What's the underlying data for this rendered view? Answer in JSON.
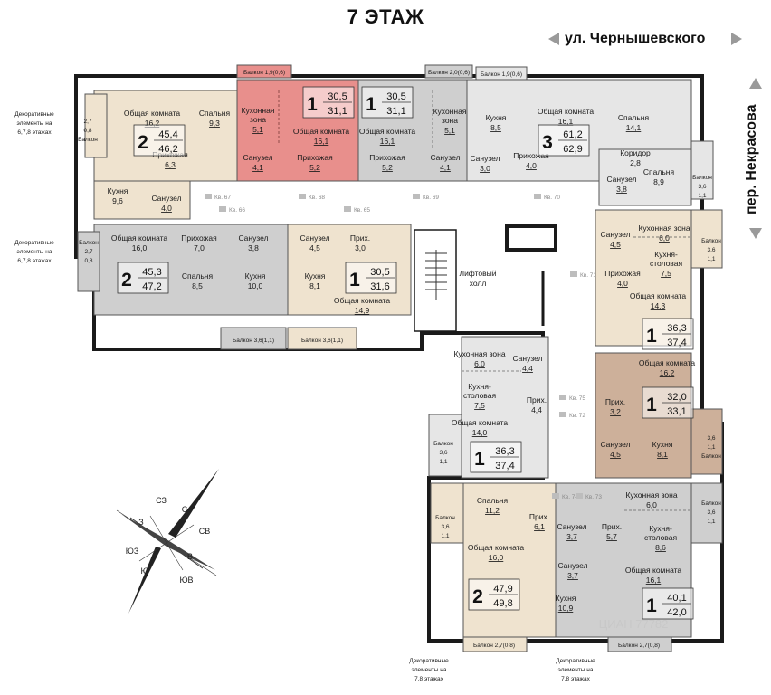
{
  "header": {
    "floor_title": "7 ЭТАЖ",
    "street_top": "ул. Чернышевского",
    "street_side": "пер. Некрасова"
  },
  "colors": {
    "apt_beige": "#efe3cf",
    "apt_gray": "#cfcfcf",
    "apt_light_gray": "#e6e6e6",
    "apt_red": "#e88f8c",
    "apt_brown": "#cdb09a",
    "walls": "#1a1a1a",
    "common": "#ffffff"
  },
  "apartments": [
    {
      "rooms": "2",
      "area_total": "45,4",
      "area_full": "46,2",
      "kv": "Кв. 67",
      "rooms_list": [
        {
          "name": "Общая комната",
          "area": "16,2"
        },
        {
          "name": "Спальня",
          "area": "9,3"
        },
        {
          "name": "Прихожая",
          "area": "6,3"
        },
        {
          "name": "Кухня",
          "area": "9,6"
        },
        {
          "name": "Санузел",
          "area": "4,0"
        }
      ]
    },
    {
      "rooms": "1",
      "area_total": "30,5",
      "area_full": "31,1",
      "kv": "Кв. 68",
      "rooms_list": [
        {
          "name": "Кухонная зона",
          "area": "5,1"
        },
        {
          "name": "Общая комната",
          "area": "16,1"
        },
        {
          "name": "Санузел",
          "area": "4,1"
        },
        {
          "name": "Прихожая",
          "area": "5,2"
        }
      ]
    },
    {
      "rooms": "1",
      "area_total": "30,5",
      "area_full": "31,1",
      "kv": "Кв. 69",
      "rooms_list": [
        {
          "name": "Общая комната",
          "area": "16,1"
        },
        {
          "name": "Кухонная зона",
          "area": "5,1"
        },
        {
          "name": "Прихожая",
          "area": "5,2"
        },
        {
          "name": "Санузел",
          "area": "4,1"
        }
      ]
    },
    {
      "rooms": "3",
      "area_total": "61,2",
      "area_full": "62,9",
      "kv": "Кв. 70",
      "rooms_list": [
        {
          "name": "Кухня",
          "area": "8,5"
        },
        {
          "name": "Общая комната",
          "area": "16,1"
        },
        {
          "name": "Спальня",
          "area": "14,1"
        },
        {
          "name": "Санузел",
          "area": "3,0"
        },
        {
          "name": "Прихожая",
          "area": "4,0"
        },
        {
          "name": "Коридор",
          "area": "2,8"
        },
        {
          "name": "Спальня",
          "area": "8,9"
        },
        {
          "name": "Санузел",
          "area": "3,8"
        }
      ]
    },
    {
      "rooms": "2",
      "area_total": "45,3",
      "area_full": "47,2",
      "kv": "Кв. 66",
      "rooms_list": [
        {
          "name": "Общая комната",
          "area": "16,0"
        },
        {
          "name": "Прихожая",
          "area": "7,0"
        },
        {
          "name": "Санузел",
          "area": "3,8"
        },
        {
          "name": "Спальня",
          "area": "8,5"
        },
        {
          "name": "Кухня",
          "area": "10,0"
        }
      ]
    },
    {
      "rooms": "1",
      "area_total": "30,5",
      "area_full": "31,6",
      "kv": "Кв. 65",
      "rooms_list": [
        {
          "name": "Санузел",
          "area": "4,5"
        },
        {
          "name": "Прих.",
          "area": "3,0"
        },
        {
          "name": "Кухня",
          "area": "8,1"
        },
        {
          "name": "Общая комната",
          "area": "14,9"
        }
      ]
    },
    {
      "rooms": "1",
      "area_total": "36,3",
      "area_full": "37,4",
      "kv": "Кв. 71",
      "rooms_list": [
        {
          "name": "Санузел",
          "area": "4,5"
        },
        {
          "name": "Кухонная зона",
          "area": "6,0"
        },
        {
          "name": "Кухня-столовая",
          "area": "7,5"
        },
        {
          "name": "Прихожая",
          "area": "4,0"
        },
        {
          "name": "Общая комната",
          "area": "14,3"
        }
      ]
    },
    {
      "rooms": "1",
      "area_total": "36,3",
      "area_full": "37,4",
      "kv": "Кв. 75",
      "rooms_list": [
        {
          "name": "Кухонная зона",
          "area": "6,0"
        },
        {
          "name": "Санузел",
          "area": "4,4"
        },
        {
          "name": "Кухня-столовая",
          "area": "7,5"
        },
        {
          "name": "Прих.",
          "area": "4,4"
        },
        {
          "name": "Общая комната",
          "area": "14,0"
        }
      ]
    },
    {
      "rooms": "1",
      "area_total": "32,0",
      "area_full": "33,1",
      "kv": "Кв. 72",
      "rooms_list": [
        {
          "name": "Общая комната",
          "area": "16,2"
        },
        {
          "name": "Прих.",
          "area": "3,2"
        },
        {
          "name": "Санузел",
          "area": "4,5"
        },
        {
          "name": "Кухня",
          "area": "8,1"
        }
      ]
    },
    {
      "rooms": "2",
      "area_total": "47,9",
      "area_full": "49,8",
      "kv": "Кв. 74",
      "rooms_list": [
        {
          "name": "Спальня",
          "area": "11,2"
        },
        {
          "name": "Прих.",
          "area": "6,1"
        },
        {
          "name": "Общая комната",
          "area": "16,0"
        },
        {
          "name": "Санузел",
          "area": "3,7"
        },
        {
          "name": "Кухня",
          "area": "10,9"
        }
      ]
    },
    {
      "rooms": "1",
      "area_total": "40,1",
      "area_full": "42,0",
      "kv": "Кв. 73",
      "rooms_list": [
        {
          "name": "Кухонная зона",
          "area": "6,0"
        },
        {
          "name": "Санузел",
          "area": "3,7"
        },
        {
          "name": "Прих.",
          "area": "5,7"
        },
        {
          "name": "Кухня-столовая",
          "area": "8,6"
        },
        {
          "name": "Общая комната",
          "area": "16,1"
        }
      ]
    }
  ],
  "balconies": {
    "b_red": "Балкон 1,9(0,6)",
    "b_gray": "Балкон 2,0(0,6)",
    "b_top3": "Балкон 1,9(0,6)",
    "b_left_top": [
      "2,7",
      "0,8",
      "Балкон"
    ],
    "b_left_mid": [
      "Балкон",
      "2,7",
      "0,8"
    ],
    "b_bottom_gray": "Балкон 3,6(1,1)",
    "b_bottom_beige": "Балкон 3,6(1,1)",
    "b_right_1": [
      "Балкон",
      "3,6",
      "1,1"
    ],
    "b_right_2": [
      "Балкон",
      "3,6",
      "1,1"
    ],
    "b_right_3": [
      "3,6",
      "1,1",
      "Балкон"
    ],
    "b_right_4": [
      "Балкон",
      "3,6",
      "1,1"
    ],
    "b_mid_left": [
      "Балкон",
      "3,6",
      "1,1"
    ],
    "b_low_left": [
      "Балкон",
      "3,6",
      "1,1"
    ],
    "b_bottom_1": "Балкон 2,7(0,8)",
    "b_bottom_2": "Балкон 2,7(0,8)"
  },
  "lift_hall": "Лифтовый холл",
  "decor_notes": {
    "left_1": [
      "Декоративные",
      "элементы на",
      "6,7,8 этажах"
    ],
    "left_2": [
      "Декоративные",
      "элементы на",
      "6,7,8 этажах"
    ],
    "bottom_1": [
      "Декоративные",
      "элементы на",
      "7,8 этажах"
    ],
    "bottom_2": [
      "Декоративные",
      "элементы на",
      "7,8 этажах"
    ]
  },
  "compass": [
    "С",
    "СВ",
    "В",
    "ЮВ",
    "Ю",
    "ЮЗ",
    "З",
    "СЗ"
  ],
  "watermark": "ЦИАН 77782"
}
